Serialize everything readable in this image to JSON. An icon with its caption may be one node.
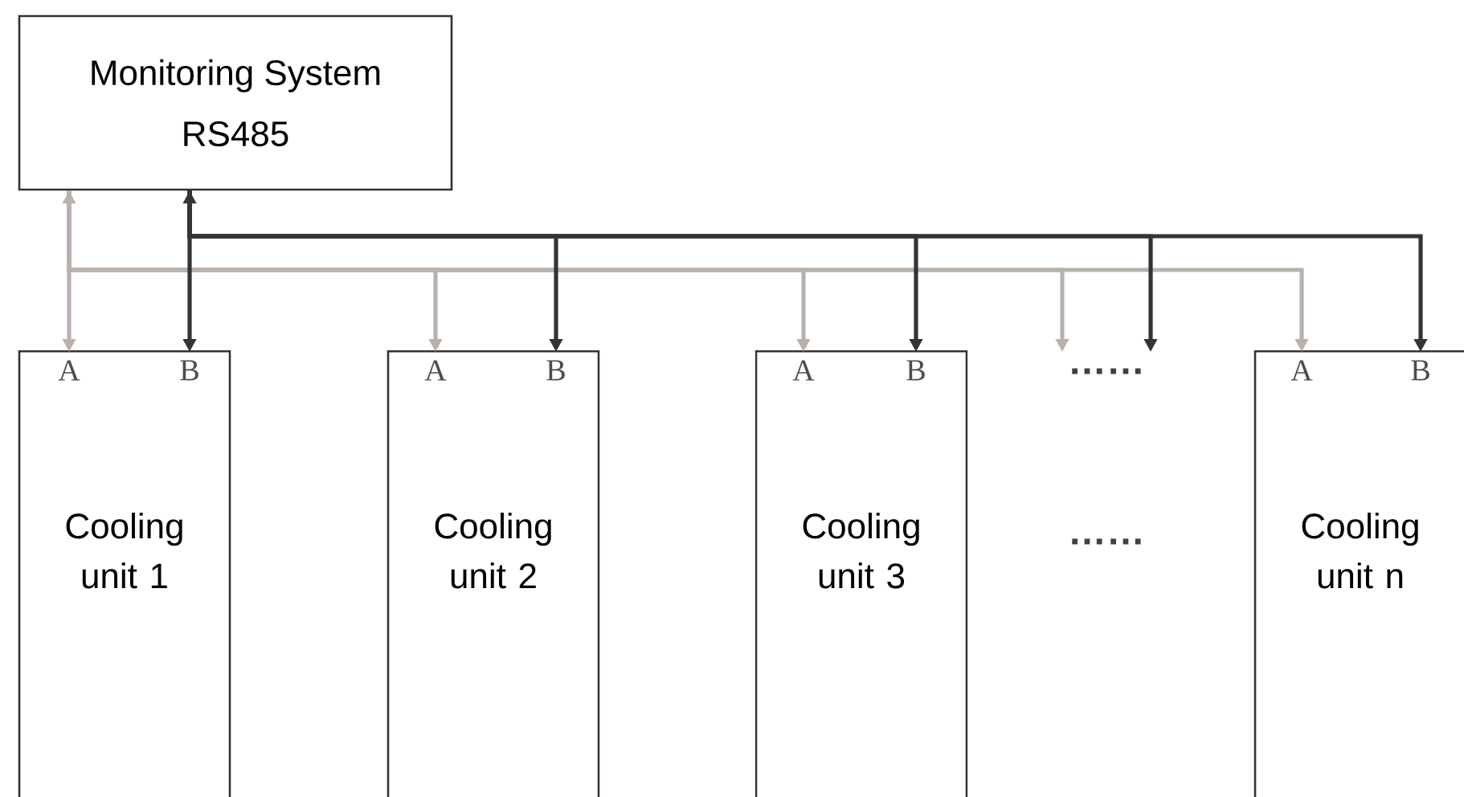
{
  "diagram": {
    "nodes": [
      {
        "text": [
          "Monitoring System",
          "RS485"
        ]
      },
      {
        "text": [
          "Cooling unit 1"
        ]
      },
      {
        "text": [
          "A"
        ],
        "in": 1
      },
      {
        "text": [
          "B"
        ],
        "in": 1
      },
      {
        "text": [
          "Cooling unit 2"
        ]
      },
      {
        "text": [
          "A"
        ],
        "in": 4
      },
      {
        "text": [
          "B"
        ],
        "in": 4
      },
      {
        "text": [
          "Cooling unit 3"
        ]
      },
      {
        "text": [
          "A"
        ],
        "in": 7
      },
      {
        "text": [
          "B"
        ],
        "in": 7
      },
      {
        "text": [
          "……"
        ]
      },
      {
        "text": [
          "Cooling unit n"
        ]
      },
      {
        "text": [
          "A"
        ],
        "in": 11
      },
      {
        "text": [
          "B"
        ],
        "in": 11
      }
    ],
    "edges": [
      {
        "from": 0,
        "to": 2,
        "arrow": "both",
        "color": "#b9b1ac"
      },
      {
        "from": 0,
        "to": 5,
        "arrow": "to",
        "color": "#b9b1ac"
      },
      {
        "from": 0,
        "to": 8,
        "arrow": "to",
        "color": "#b9b1ac"
      },
      {
        "from": 0,
        "to": 10,
        "arrow": "to",
        "color": "#b9b1ac"
      },
      {
        "from": 0,
        "to": 12,
        "arrow": "to",
        "color": "#b9b1ac"
      },
      {
        "from": 0,
        "to": 3,
        "arrow": "both",
        "color": "#333338"
      },
      {
        "from": 0,
        "to": 6,
        "arrow": "to",
        "color": "#333338"
      },
      {
        "from": 0,
        "to": 9,
        "arrow": "to",
        "color": "#333338"
      },
      {
        "from": 0,
        "to": 10,
        "arrow": "to",
        "color": "#333338"
      },
      {
        "from": 0,
        "to": 13,
        "arrow": "to",
        "color": "#333338"
      }
    ],
    "labels": [
      "……"
    ]
  }
}
